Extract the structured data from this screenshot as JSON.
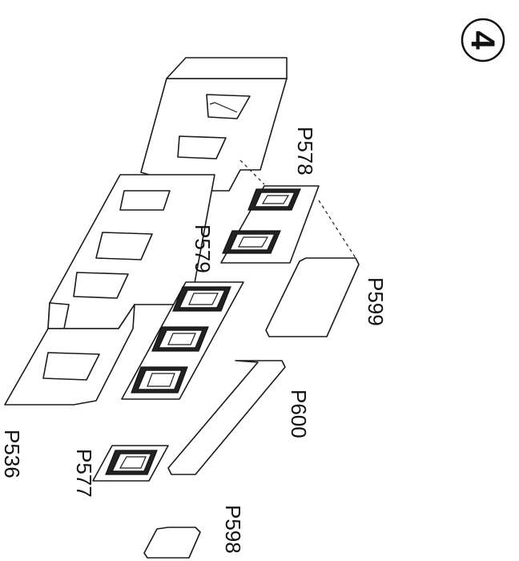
{
  "step_number": "4",
  "labels": {
    "p578": "P578",
    "p579": "P579",
    "p599": "P599",
    "p600": "P600",
    "p536": "P536",
    "p577": "P577",
    "p598": "P598"
  }
}
